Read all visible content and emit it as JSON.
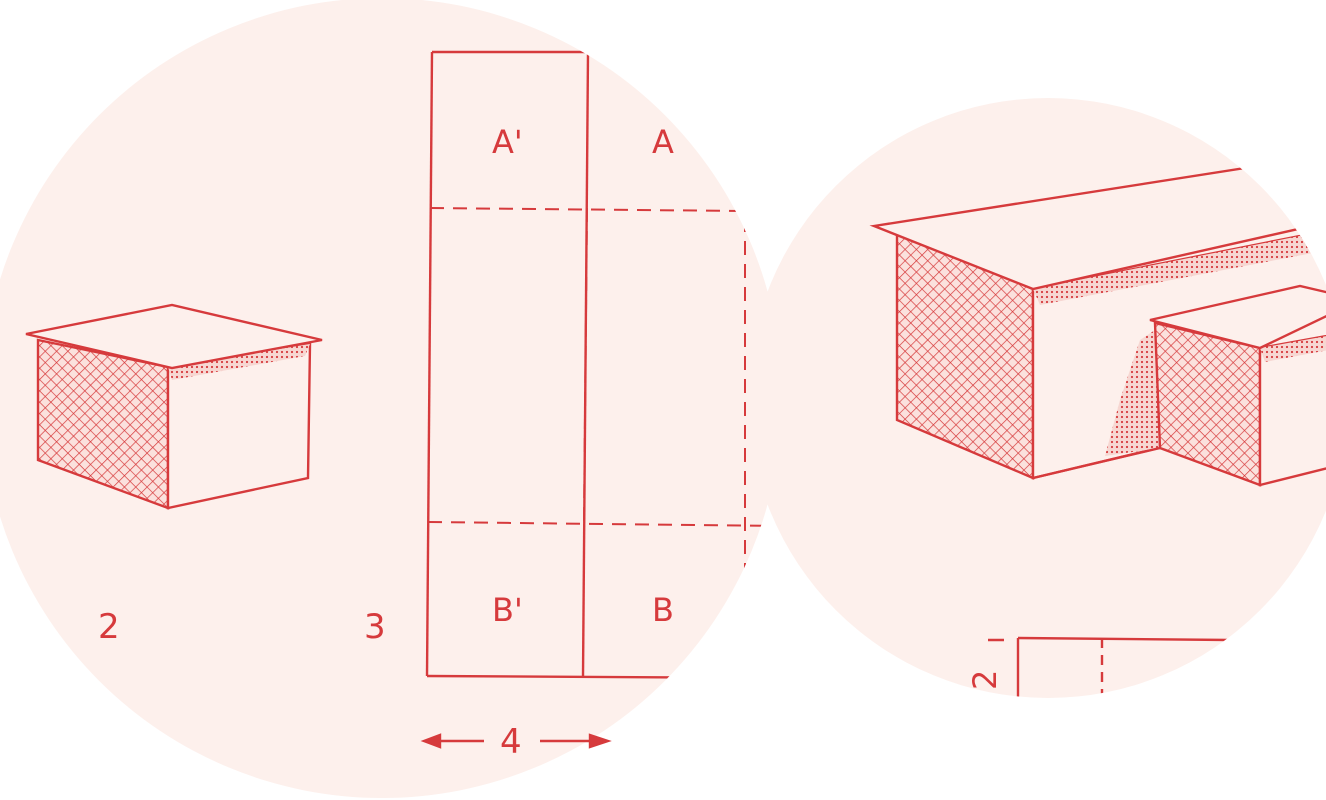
{
  "theme": {
    "ink": "#d63a3c",
    "paper": "#fdf0ec",
    "background": "#ffffff"
  },
  "figures": {
    "fig2": {
      "number": "2"
    },
    "fig3": {
      "number": "3",
      "panel_labels": [
        "A'",
        "A",
        "B'",
        "B"
      ],
      "dimension_label": "4"
    },
    "fig4": {
      "dimension_label": "2"
    }
  }
}
